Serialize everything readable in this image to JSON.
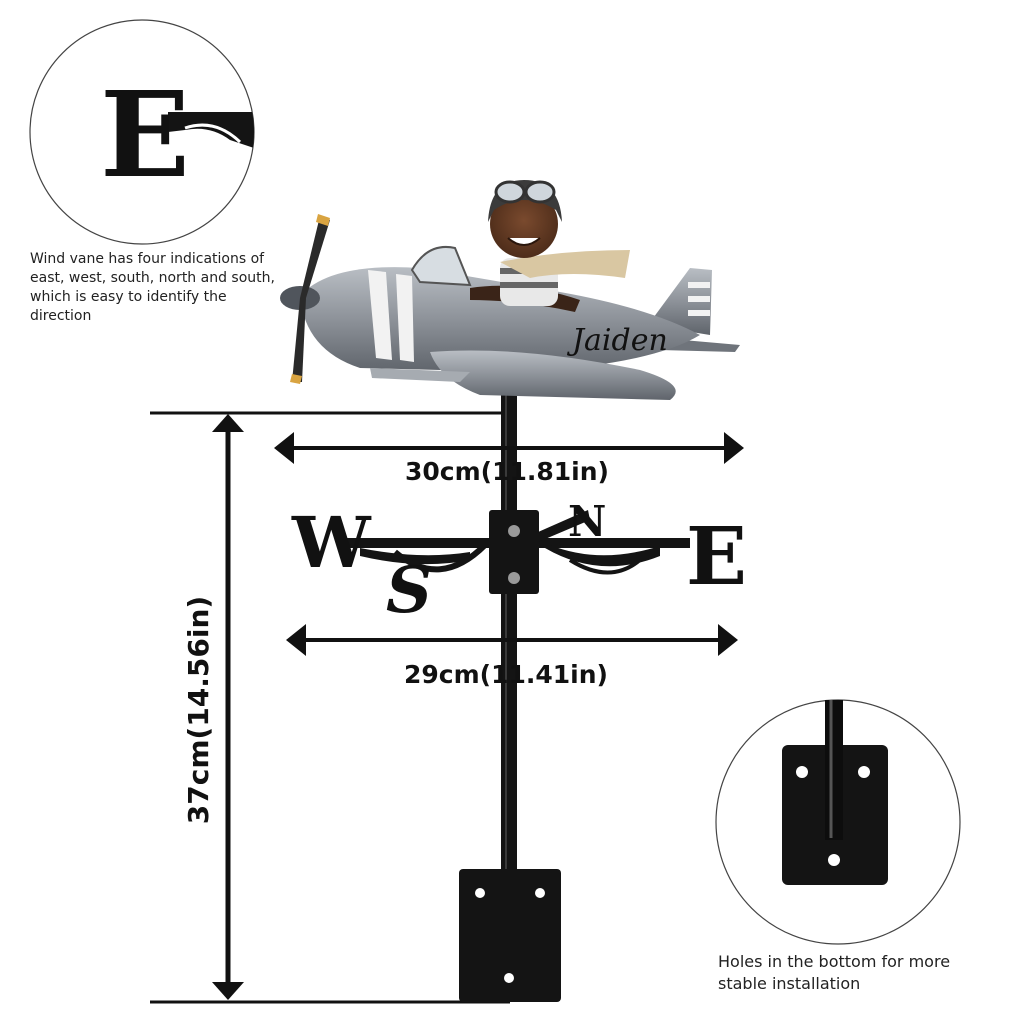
{
  "notes": {
    "wind_vane_desc": "Wind vane has four indications of east, west, south, north and south, which is easy to identify the direction",
    "holes_desc": "Holes in the bottom for more stable installation"
  },
  "dimensions": {
    "top_width": "30cm(11.81in)",
    "arrow_width": "29cm(11.41in)",
    "height": "37cm(14.56in)"
  },
  "compass": {
    "west": "W",
    "east": "E",
    "north": "N",
    "south": "S"
  },
  "detail_letter": "E",
  "personalized_name": "Jaiden",
  "colors": {
    "metal": "#141414",
    "plane": "#8d9299",
    "accent": "#f2f2f2"
  }
}
